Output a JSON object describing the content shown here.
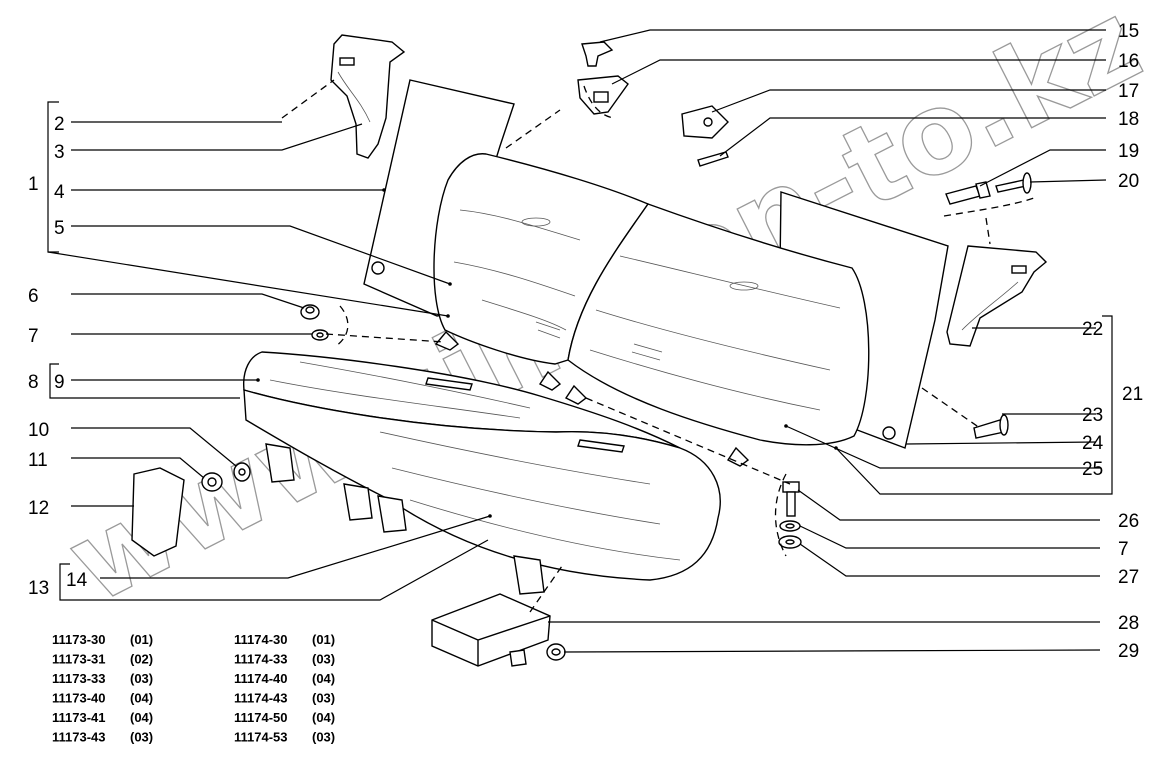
{
  "callouts": {
    "n1": "1",
    "n2": "2",
    "n3": "3",
    "n4": "4",
    "n5": "5",
    "n6": "6",
    "n7a": "7",
    "n7b": "7",
    "n8": "8",
    "n9": "9",
    "n10": "10",
    "n11": "11",
    "n12": "12",
    "n13": "13",
    "n14": "14",
    "n15": "15",
    "n16": "16",
    "n17": "17",
    "n18": "18",
    "n19": "19",
    "n20": "20",
    "n21": "21",
    "n22": "22",
    "n23": "23",
    "n24": "24",
    "n25": "25",
    "n26": "26",
    "n27": "27",
    "n28": "28",
    "n29": "29"
  },
  "applicability": {
    "left": [
      {
        "model": "11173-30",
        "code": "(01)"
      },
      {
        "model": "11173-31",
        "code": "(02)"
      },
      {
        "model": "11173-33",
        "code": "(03)"
      },
      {
        "model": "11173-40",
        "code": "(04)"
      },
      {
        "model": "11173-41",
        "code": "(04)"
      },
      {
        "model": "11173-43",
        "code": "(03)"
      }
    ],
    "right": [
      {
        "model": "11174-30",
        "code": "(01)"
      },
      {
        "model": "11174-33",
        "code": "(03)"
      },
      {
        "model": "11174-40",
        "code": "(04)"
      },
      {
        "model": "11174-43",
        "code": "(03)"
      },
      {
        "model": "11174-50",
        "code": "(04)"
      },
      {
        "model": "11174-53",
        "code": "(03)"
      }
    ]
  },
  "watermark": "www.sinhron-to.kz"
}
